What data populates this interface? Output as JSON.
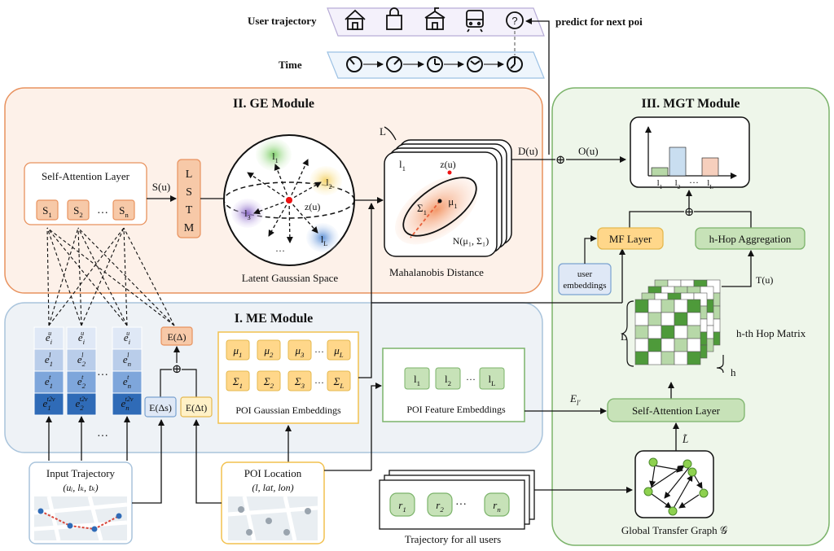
{
  "top": {
    "user_trajectory_label": "User trajectory",
    "time_label": "Time",
    "predict_label": "predict for next poi"
  },
  "ge": {
    "title": "II. GE Module",
    "self_attention_title": "Self-Attention Layer",
    "s_items": [
      [
        "S",
        "1"
      ],
      [
        "S",
        "2"
      ],
      [
        "S",
        "n"
      ]
    ],
    "dots": "···",
    "su_label": "S(u)",
    "lstm_letters": [
      "L",
      "S",
      "T",
      "M"
    ],
    "sphere_caption": "Latent Gaussian Space",
    "zu_label": "z(u)",
    "sphere_labels": [
      [
        "l",
        "1"
      ],
      [
        "l",
        "2"
      ],
      [
        "l",
        "3"
      ],
      [
        "l",
        "L"
      ]
    ],
    "sphere_ellipsis": "···",
    "maha_caption": "Mahalanobis Distance",
    "maha_L": "L",
    "maha_l1": [
      "l",
      "1"
    ],
    "maha_zu": "z(u)",
    "maha_sigma": [
      "Σ",
      "1"
    ],
    "maha_mu": [
      "μ",
      "1"
    ],
    "maha_normal": "N(μ₁,   Σ₁)",
    "du_label": "D(u)",
    "oplus": "⊕",
    "ou_label": "O(u)"
  },
  "mgt": {
    "title": "III. MGT Module",
    "bar_labels": [
      [
        "l",
        "1"
      ],
      [
        "l",
        "2"
      ],
      [
        "l",
        "L"
      ]
    ],
    "bar_values": [
      0.1,
      0.35,
      0.22
    ],
    "bar_colors": [
      "#b7d8a8",
      "#c9def0",
      "#f6cfbd"
    ],
    "bar_dots": "···",
    "mf_layer": "MF Layer",
    "hhop_aggregation": "h-Hop Aggregation",
    "user_embeddings": [
      "user",
      "embeddings"
    ],
    "tu_label": "T(u)",
    "hop_matrix_label": "h-th Hop Matrix",
    "L_label": "L",
    "h_label": "h",
    "el_label": [
      "E",
      "l′"
    ],
    "self_attention_layer": "Self-Attention Layer",
    "l_tilde": "L̃",
    "graph_caption": "Global Transfer Graph 𝒢"
  },
  "me": {
    "title": "I. ME Module",
    "embed_rows": [
      [
        [
          "e",
          "i",
          "u"
        ],
        [
          "e",
          "i",
          "u"
        ],
        [
          "e",
          "i",
          "u"
        ]
      ],
      [
        [
          "e",
          "1",
          "l"
        ],
        [
          "e",
          "2",
          "l"
        ],
        [
          "e",
          "n",
          "l"
        ]
      ],
      [
        [
          "e",
          "1",
          "t"
        ],
        [
          "e",
          "2",
          "t"
        ],
        [
          "e",
          "n",
          "t"
        ]
      ],
      [
        [
          "e",
          "1",
          "t2v"
        ],
        [
          "e",
          "2",
          "t2v"
        ],
        [
          "e",
          "n",
          "t2v"
        ]
      ]
    ],
    "dots": "···",
    "e_delta": "E(Δ)",
    "e_delta_s": "E(Δs)",
    "e_delta_t": "E(Δt)",
    "mu_items": [
      [
        "μ",
        "1"
      ],
      [
        "μ",
        "2"
      ],
      [
        "μ",
        "3"
      ],
      [
        "μ",
        "L"
      ]
    ],
    "sigma_items": [
      [
        "Σ",
        "1"
      ],
      [
        "Σ",
        "2"
      ],
      [
        "Σ",
        "3"
      ],
      [
        "Σ",
        "L"
      ]
    ],
    "poi_gaussian_caption": "POI Gaussian Embeddings",
    "feature_items": [
      [
        "l",
        "1"
      ],
      [
        "l",
        "2"
      ],
      [
        "l",
        "L"
      ]
    ],
    "poi_feature_caption": "POI Feature Embeddings"
  },
  "bottom": {
    "input_title": "Input Trajectory",
    "input_sub": "(uᵢ, lₖ, tₖ)",
    "poi_location_title": "POI Location",
    "poi_location_sub": "(l, lat, lon)",
    "r_items": [
      [
        "r",
        "1"
      ],
      [
        "r",
        "2"
      ],
      [
        "r",
        "n"
      ]
    ],
    "r_dots": "···",
    "traj_all_caption": "Trajectory for all users"
  },
  "colors": {
    "ge_border": "#e8925e",
    "ge_fill": "#fdf1e9",
    "me_border": "#a9c4dc",
    "me_fill": "#eef2f6",
    "mgt_border": "#7bb36a",
    "mgt_fill": "#eef6ea",
    "yellow_box": "#ffd78a",
    "orange_box": "#f7c9a8",
    "green_box": "#c7e2b8",
    "blue_dark": "#2f6bb7",
    "blue_light": "#dfe8f6"
  }
}
